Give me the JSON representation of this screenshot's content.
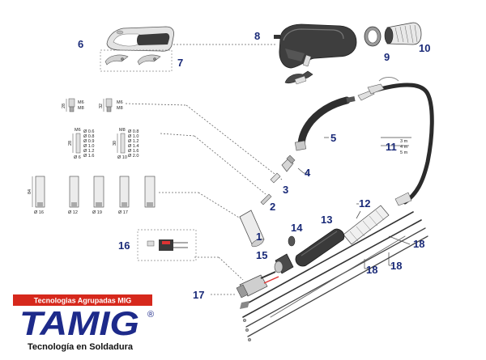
{
  "callouts": [
    "1",
    "2",
    "3",
    "4",
    "5",
    "6",
    "7",
    "8",
    "9",
    "10",
    "11",
    "12",
    "13",
    "14",
    "15",
    "16",
    "17",
    "18",
    "18",
    "18"
  ],
  "length_options": [
    "3 m",
    "4 m",
    "5 m"
  ],
  "nozzle_diameters": [
    "Ø 16",
    "Ø 12",
    "Ø 19",
    "Ø 17"
  ],
  "nozzle_length": "84",
  "adapter_group_1": {
    "height": "28",
    "threads": [
      "M6",
      "M8"
    ]
  },
  "adapter_group_2": {
    "height": "32",
    "threads": [
      "M6",
      "M8"
    ]
  },
  "tip_group_1": {
    "thread": "M6",
    "height": "28",
    "diameters": [
      "Ø 0.6",
      "Ø 0.8",
      "Ø 0.9",
      "Ø 1.0",
      "Ø 1.2",
      "Ø 1.6"
    ],
    "base": "Ø 6"
  },
  "tip_group_2": {
    "thread": "M8",
    "height": "30",
    "diameters": [
      "Ø 0.8",
      "Ø 1.0",
      "Ø 1.2",
      "Ø 1.4",
      "Ø 1.6",
      "Ø 2.0"
    ],
    "base": "Ø 10"
  },
  "logo": {
    "banner": "Tecnologias Agrupadas MIG",
    "brand": "TAMIG",
    "registered": "®",
    "tagline": "Tecnología en Soldadura"
  },
  "colors": {
    "callout": "#1a2a78",
    "logo_red": "#d6281c",
    "logo_blue": "#1d2a8a",
    "cable": "#2b2b2b",
    "leader": "#666666"
  }
}
